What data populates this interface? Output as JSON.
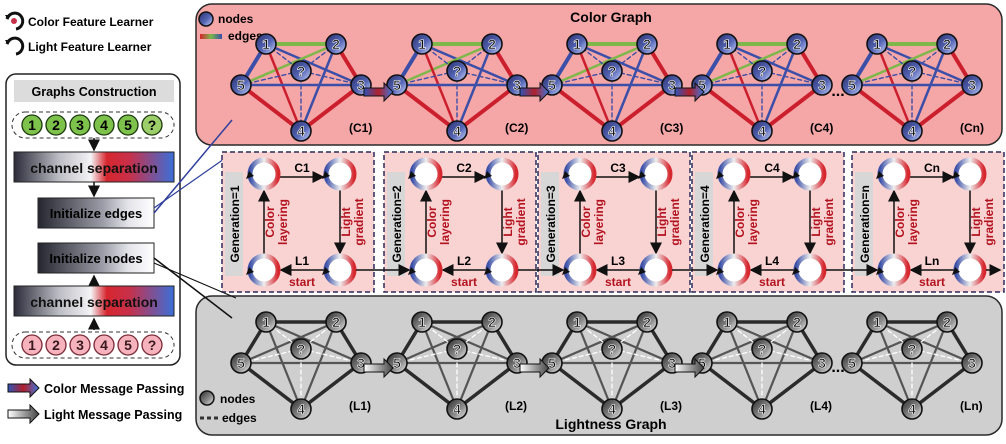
{
  "legend_top": {
    "color_learner": "Color Feature Learner",
    "light_learner": "Light Feature Learner"
  },
  "construction": {
    "title": "Graphs  Construction",
    "green_nodes": [
      "1",
      "2",
      "3",
      "4",
      "5",
      "?"
    ],
    "pink_nodes": [
      "1",
      "2",
      "3",
      "4",
      "5",
      "?"
    ],
    "channel_sep_top": "channel separation",
    "init_edges": "Initialize edges",
    "init_nodes": "Initialize nodes",
    "channel_sep_bottom": "channel separation"
  },
  "legend_bottom": {
    "color_pass": "Color Message Passing",
    "light_pass": "Light Message Passing"
  },
  "color_graph": {
    "title": "Color Graph",
    "legend_nodes": "nodes",
    "legend_edges": "edges",
    "node_labels": [
      "1",
      "2",
      "3",
      "4",
      "5",
      "?"
    ],
    "graph_labels": [
      "(C1)",
      "(C2)",
      "(C3)",
      "(C4)",
      "(Cn)"
    ],
    "ellipsis": "...",
    "colors": {
      "panel": "#f5a6a6",
      "edge_red": "#cc1f2e",
      "edge_green": "#7fb84a",
      "edge_blue": "#3b4fa8",
      "node_face": "#4a5aa8"
    }
  },
  "generations": [
    {
      "label": "Generation=1",
      "c": "C1",
      "l": "L1"
    },
    {
      "label": "Generation=2",
      "c": "C2",
      "l": "L2"
    },
    {
      "label": "Generation=3",
      "c": "C3",
      "l": "L3"
    },
    {
      "label": "Generation=4",
      "c": "C4",
      "l": "L4"
    },
    {
      "label": "Generation=n",
      "c": "Cn",
      "l": "Ln"
    }
  ],
  "cycle": {
    "node": "node",
    "edge": "edge",
    "left_lines": [
      "Color",
      "layering"
    ],
    "right_lines": [
      "Light",
      "gradient"
    ],
    "start": "start"
  },
  "light_graph": {
    "title": "Lightness Graph",
    "legend_nodes": "nodes",
    "legend_edges": "edges",
    "node_labels": [
      "1",
      "2",
      "3",
      "4",
      "5",
      "?"
    ],
    "graph_labels": [
      "(L1)",
      "(L2)",
      "(L3)",
      "(L4)",
      "(Ln)"
    ],
    "ellipsis": "...",
    "colors": {
      "panel": "#cfcfcf",
      "edge_dark": "#2b2b2b",
      "node_face": "#8a8a8a"
    }
  }
}
